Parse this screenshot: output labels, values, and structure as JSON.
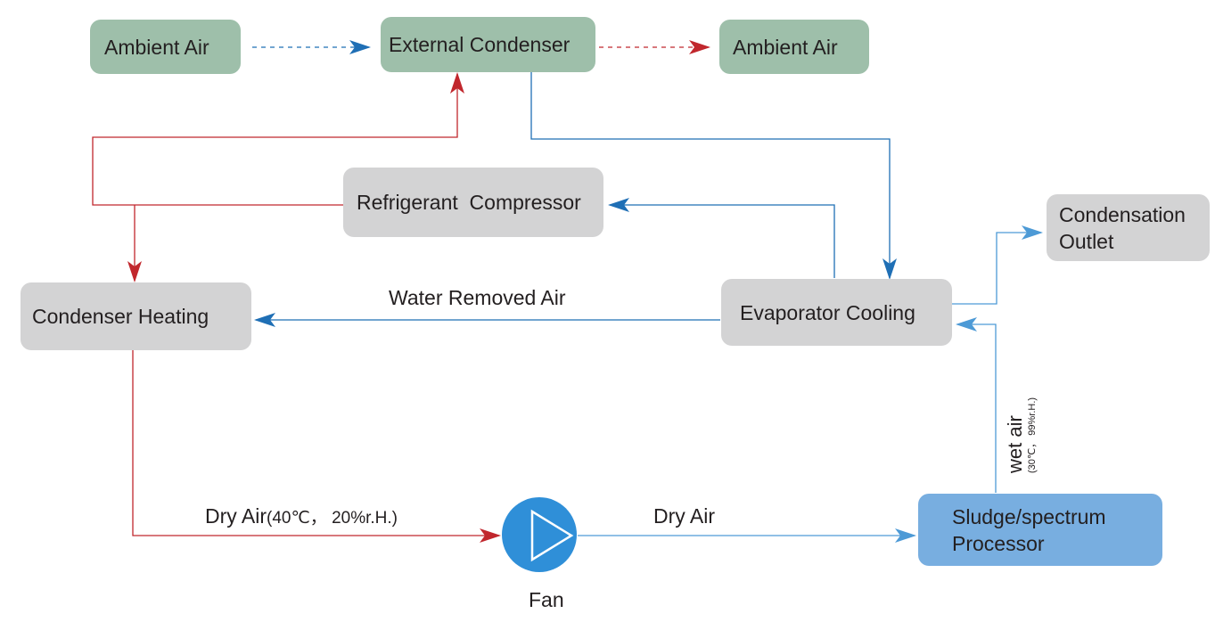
{
  "nodes": {
    "ambient_air_in": "Ambient Air",
    "external_condenser": "External Condenser",
    "ambient_air_out": "Ambient Air",
    "refrigerant_compressor": "Refrigerant  Compressor",
    "condensation_outlet_line1": "Condensation",
    "condensation_outlet_line2": "Outlet",
    "condenser_heating": "Condenser Heating",
    "evaporator_cooling": "Evaporator Cooling",
    "processor_line1": "Sludge/spectrum",
    "processor_line2": "Processor",
    "fan": "Fan"
  },
  "flow_labels": {
    "water_removed_air": "Water Removed Air",
    "dry_air_hot_main": "Dry Air",
    "dry_air_hot_spec": "(40℃， 20%r.H.)",
    "dry_air": "Dry Air",
    "wet_air_main": "wet air",
    "wet_air_spec": "(30℃， 99%r.H.)"
  },
  "colors": {
    "hot_flow": "#c1272d",
    "cold_flow": "#1f6fb5",
    "light_flow": "#4d9ad6",
    "green_node": "#9ebfaa",
    "grey_node": "#d3d3d4",
    "blue_node": "#78aee0",
    "fan": "#2f8fd8"
  }
}
